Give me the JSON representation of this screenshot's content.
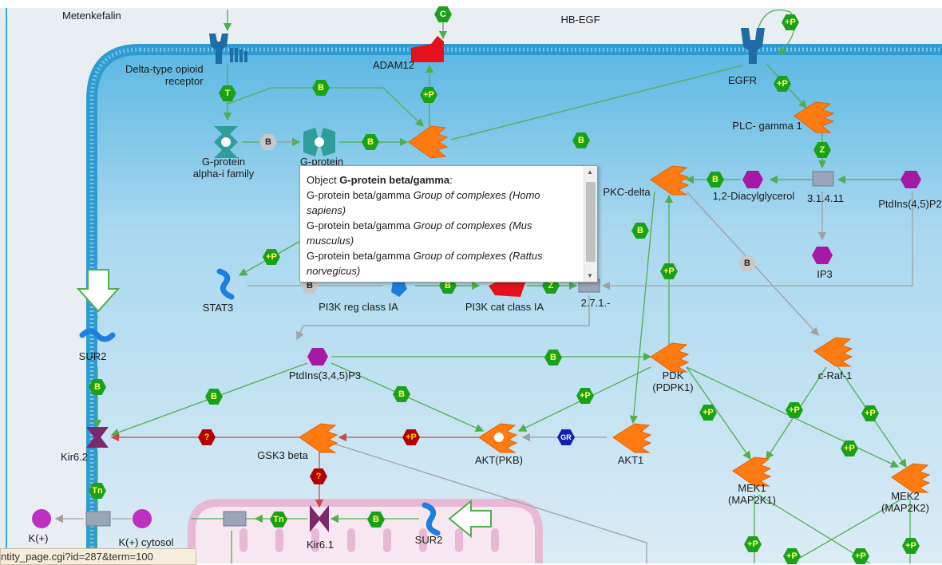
{
  "labels": {
    "metenkefalin": "Metenkefalin",
    "hb_egf": "HB-EGF",
    "adam12": "ADAM12",
    "egfr": "EGFR",
    "delta_opioid": "Delta-type opioid\nreceptor",
    "plc_gamma1": "PLC- gamma 1",
    "g_alpha_i": "G-protein\nalpha-i family",
    "g_beta_gamma": "G-protein\nbeta",
    "pkc_delta": "PKC-delta",
    "diacylglycerol": "1,2-Diacylglycerol",
    "enzyme_31411": "3.1.4.11",
    "ptdins45p2": "PtdIns(4,5)P2",
    "ip3": "IP3",
    "stat3": "STAT3",
    "pi3k_reg": "PI3K reg class IA",
    "pi3k_cat": "PI3K cat class IA",
    "enzyme_271": "2.7.1.-",
    "sur2_top": "SUR2",
    "ptdins345p3": "PtdIns(3,4,5)P3",
    "pdk": "PDK\n(PDPK1)",
    "craf1": "c-Raf-1",
    "kir62": "Kir6.2",
    "gsk3beta": "GSK3 beta",
    "akt_pkb": "AKT(PKB)",
    "akt1": "AKT1",
    "mek1": "MEK1\n(MAP2K1)",
    "mek2": "MEK2\n(MAP2K2)",
    "k_plus": "K(+)",
    "k_cytosol": "K(+) cytosol",
    "kir61": "Kir6.1",
    "sur2_bottom": "SUR2"
  },
  "badges": {
    "C": "C",
    "P": "+P",
    "B": "B",
    "T": "T",
    "Z": "Z",
    "Q": "?",
    "Tn": "Tn",
    "GR": "GR"
  },
  "tooltip": {
    "prefix": "Object ",
    "object_name": "G-protein beta/gamma",
    "suffix": ":",
    "rows": [
      {
        "name": "G-protein beta/gamma",
        "desc": "Group of complexes (Homo sapiens)"
      },
      {
        "name": "G-protein beta/gamma",
        "desc": "Group of complexes (Mus musculus)"
      },
      {
        "name": "G-protein beta/gamma",
        "desc": "Group of complexes (Rattus norvegicus)"
      }
    ]
  },
  "status_bar": "ntity_page.cgi?id=287&term=100",
  "colors": {
    "cell_fill": "#bfe2f3",
    "membrane": "#3aa9dc",
    "edge": "#4fae4f",
    "inhibit_edge": "#c84a4a",
    "gray_edge": "#9a9a9a",
    "protein_orange": "#ff7a10",
    "small_molecule": "#a51aa5",
    "hex_green": "#1aa11a",
    "hex_red": "#b40000"
  }
}
